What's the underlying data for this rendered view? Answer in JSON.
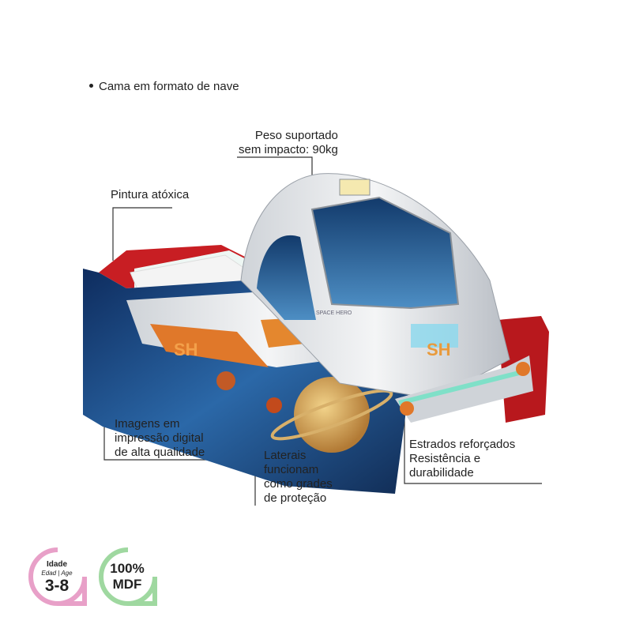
{
  "bullet": "Cama em formato de nave",
  "callouts": {
    "weight": [
      "Peso suportado",
      "sem impacto: 90kg"
    ],
    "paint": "Pintura atóxica",
    "images": [
      "Imagens em",
      "impressão digital",
      "de alta qualidade"
    ],
    "sides": [
      "Laterais",
      "funcionam",
      "como grades",
      "de proteção"
    ],
    "slats": [
      "Estrados reforçados",
      "Resistência e",
      "durabilidade"
    ]
  },
  "bed_markings": {
    "logo": "SH",
    "cockpit_label": "SPACE HERO"
  },
  "badges": {
    "age": {
      "title": "Idade",
      "subtitle": "Edad | Age",
      "value": "3-8"
    },
    "mdf": {
      "percent": "100%",
      "material": "MDF"
    }
  },
  "colors": {
    "age_ring": "#e8a0c8",
    "mdf_ring": "#9fd8a0",
    "bed_frame_red": "#c81e23",
    "panel_blue": "#1f4f8f"
  }
}
